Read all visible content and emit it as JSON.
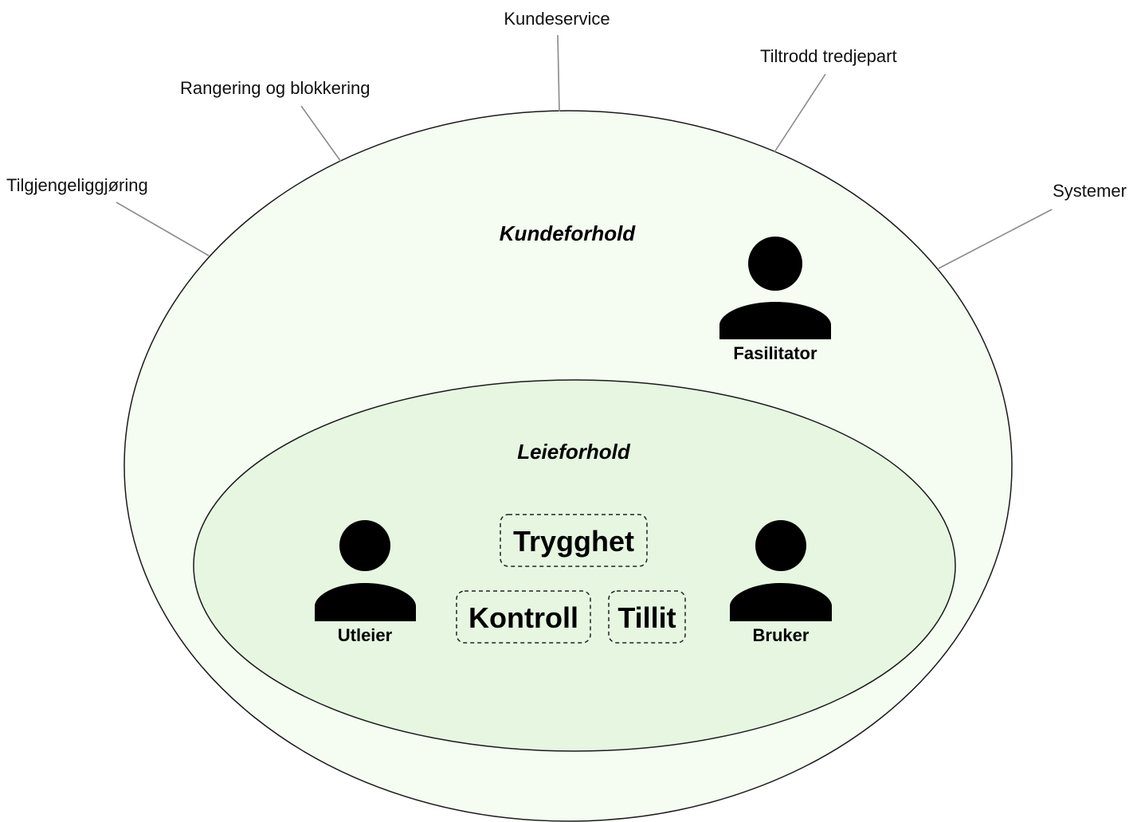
{
  "outer_region": {
    "title": "Kundeforhold",
    "fill": "#f5fcf2",
    "stroke": "#1a1a1a"
  },
  "inner_region": {
    "title": "Leieforhold",
    "fill": "#e6f6e1",
    "stroke": "#1a1a1a"
  },
  "callouts": [
    {
      "id": "tilgjengeliggjoring",
      "label": "Tilgjengeliggjøring"
    },
    {
      "id": "rangering",
      "label": "Rangering og blokkering"
    },
    {
      "id": "kundeservice",
      "label": "Kundeservice"
    },
    {
      "id": "tiltrodd",
      "label": "Tiltrodd tredjepart"
    },
    {
      "id": "systemer",
      "label": "Systemer"
    }
  ],
  "actors": {
    "fasilitator": {
      "label": "Fasilitator",
      "icon": "person-icon"
    },
    "utleier": {
      "label": "Utleier",
      "icon": "person-icon"
    },
    "bruker": {
      "label": "Bruker",
      "icon": "person-icon"
    }
  },
  "values": {
    "trygghet": "Trygghet",
    "kontroll": "Kontroll",
    "tillit": "Tillit"
  }
}
